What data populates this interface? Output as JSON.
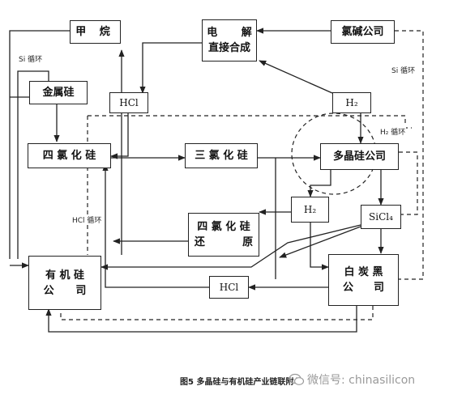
{
  "nodes": {
    "methane": "甲 烷",
    "electrolysis_line1_a": "电",
    "electrolysis_line1_b": "解",
    "electrolysis_line2": "直接合成",
    "chlor_alkali": "氯碱公司",
    "metal_silicon": "金属硅",
    "hcl_upper": "HCl",
    "h2_upper": "H₂",
    "silicon_tetrachloride": "四 氯 化 硅",
    "trichlorosilane": "三 氯 化 硅",
    "polysilicon_company": "多晶硅公司",
    "h2_lower": "H₂",
    "sicl4": "SiCl₄",
    "stc_reduction_line1": "四 氯 化 硅",
    "stc_reduction_line2_a": "还",
    "stc_reduction_line2_b": "原",
    "organosilicon_line1": "有 机 硅",
    "organosilicon_line2_a": "公",
    "organosilicon_line2_b": "司",
    "hcl_lower": "HCl",
    "white_carbon_line1": "白 炭 黑",
    "white_carbon_line2_a": "公",
    "white_carbon_line2_b": "司"
  },
  "labels": {
    "si_cycle_left": "Si 循环",
    "si_cycle_right": "Si 循环",
    "h2_cycle": "H₂ 循环",
    "hcl_cycle": "HCl 循环"
  },
  "caption": "图5 多晶硅与有机硅产业链联附",
  "watermark": "微信号: chinasilicon"
}
